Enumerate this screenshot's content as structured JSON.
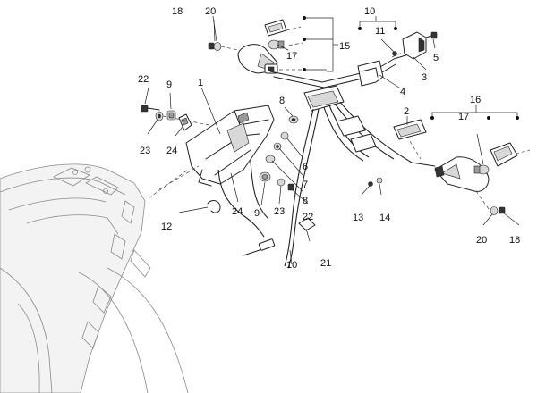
{
  "callouts": {
    "c1": "1",
    "c2": "2",
    "c3": "3",
    "c4": "4",
    "c5": "5",
    "c6": "6",
    "c7": "7",
    "c8a": "8",
    "c8b": "8",
    "c9a": "9",
    "c9b": "9",
    "c10a": "10",
    "c10b": "10",
    "c11": "11",
    "c12": "12",
    "c13": "13",
    "c14": "14",
    "c15": "15",
    "c16": "16",
    "c17a": "17",
    "c17b": "17",
    "c18a": "18",
    "c18b": "18",
    "c20a": "20",
    "c20b": "20",
    "c21": "21",
    "c22a": "22",
    "c22b": "22",
    "c23a": "23",
    "c23b": "23",
    "c24a": "24",
    "c24b": "24"
  }
}
